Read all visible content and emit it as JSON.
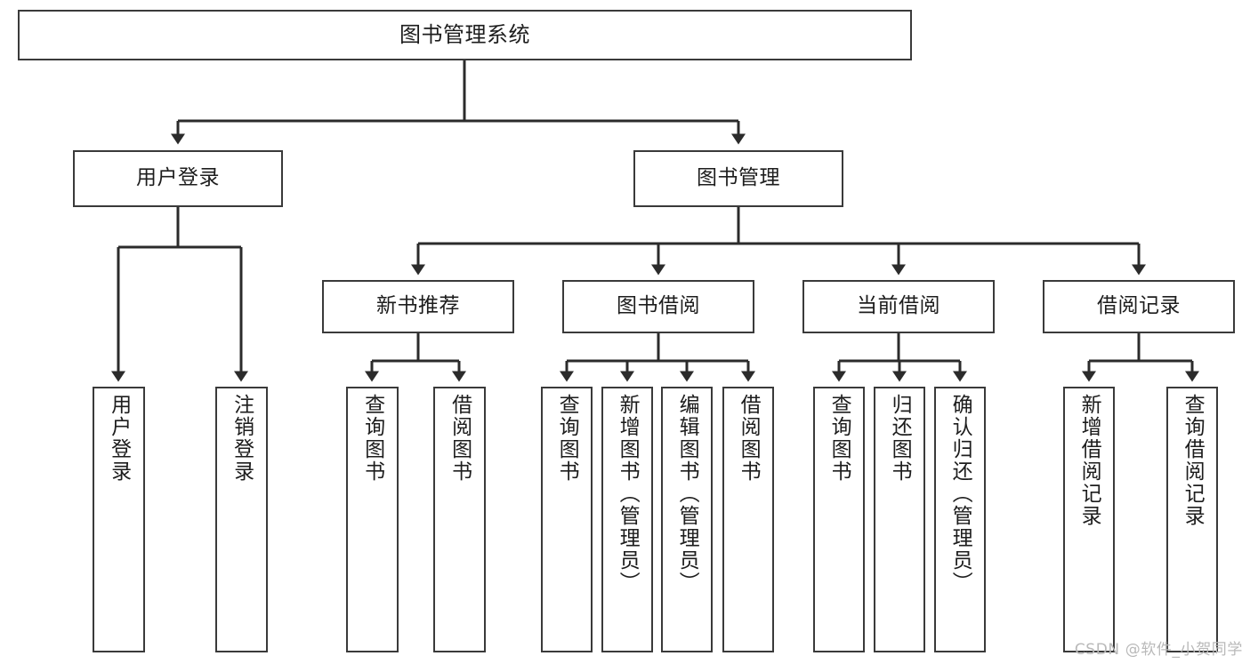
{
  "diagram": {
    "type": "tree",
    "title": "图书管理系统",
    "orientation": "top-down",
    "colors": {
      "box_border": "#3a3a3a",
      "box_fill": "#ffffff",
      "connector": "#2b2b2b",
      "text": "#1d1d1d",
      "watermark": "#b9b9b9",
      "background": "#ffffff"
    }
  },
  "nodes": {
    "root": {
      "label": "图书管理系统"
    },
    "level2": [
      {
        "id": "user-login",
        "label": "用户登录"
      },
      {
        "id": "book-manage",
        "label": "图书管理"
      }
    ],
    "level3": [
      {
        "id": "new-book-recommend",
        "label": "新书推荐"
      },
      {
        "id": "book-borrow",
        "label": "图书借阅"
      },
      {
        "id": "current-borrow",
        "label": "当前借阅"
      },
      {
        "id": "borrow-record",
        "label": "借阅记录"
      }
    ],
    "leaves": {
      "user-login": [
        {
          "id": "leaf-user-login",
          "label": "用户登录"
        },
        {
          "id": "leaf-logout-login",
          "label": "注销登录"
        }
      ],
      "new-book-recommend": [
        {
          "id": "leaf-query-book-1",
          "label": "查询图书"
        },
        {
          "id": "leaf-borrow-book-1",
          "label": "借阅图书"
        }
      ],
      "book-borrow": [
        {
          "id": "leaf-query-book-2",
          "label": "查询图书"
        },
        {
          "id": "leaf-add-book",
          "label": "新增图书（管理员）"
        },
        {
          "id": "leaf-edit-book",
          "label": "编辑图书（管理员）"
        },
        {
          "id": "leaf-borrow-book-2",
          "label": "借阅图书"
        }
      ],
      "current-borrow": [
        {
          "id": "leaf-query-book-3",
          "label": "查询图书"
        },
        {
          "id": "leaf-return-book",
          "label": "归还图书"
        },
        {
          "id": "leaf-confirm-return",
          "label": "确认归还（管理员）"
        }
      ],
      "borrow-record": [
        {
          "id": "leaf-add-record",
          "label": "新增借阅记录"
        },
        {
          "id": "leaf-query-record",
          "label": "查询借阅记录"
        }
      ]
    }
  },
  "watermark": {
    "text": "CSDN @软件_小贺同学"
  }
}
